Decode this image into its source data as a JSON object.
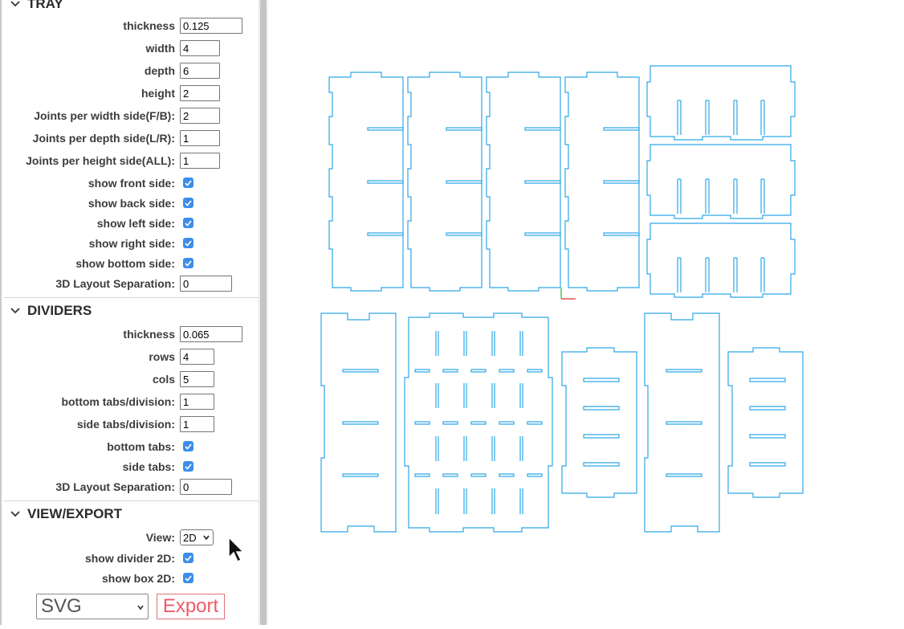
{
  "tray": {
    "title": "TRAY",
    "fields": {
      "thickness": {
        "label": "thickness",
        "value": "0.125"
      },
      "width": {
        "label": "width",
        "value": "4"
      },
      "depth": {
        "label": "depth",
        "value": "6"
      },
      "height": {
        "label": "height",
        "value": "2"
      },
      "joints_width": {
        "label": "Joints per width side(F/B):",
        "value": "2"
      },
      "joints_depth": {
        "label": "Joints per depth side(L/R):",
        "value": "1"
      },
      "joints_height": {
        "label": "Joints per height side(ALL):",
        "value": "1"
      },
      "show_front": {
        "label": "show front side:",
        "checked": true
      },
      "show_back": {
        "label": "show back side:",
        "checked": true
      },
      "show_left": {
        "label": "show left side:",
        "checked": true
      },
      "show_right": {
        "label": "show right side:",
        "checked": true
      },
      "show_bottom": {
        "label": "show bottom side:",
        "checked": true
      },
      "layout_sep": {
        "label": "3D Layout Separation:",
        "value": "0"
      }
    }
  },
  "dividers": {
    "title": "DIVIDERS",
    "fields": {
      "thickness": {
        "label": "thickness",
        "value": "0.065"
      },
      "rows": {
        "label": "rows",
        "value": "4"
      },
      "cols": {
        "label": "cols",
        "value": "5"
      },
      "bottom_tabs_div": {
        "label": "bottom tabs/division:",
        "value": "1"
      },
      "side_tabs_div": {
        "label": "side tabs/division:",
        "value": "1"
      },
      "bottom_tabs": {
        "label": "bottom tabs:",
        "checked": true
      },
      "side_tabs": {
        "label": "side tabs:",
        "checked": true
      },
      "layout_sep": {
        "label": "3D Layout Separation:",
        "value": "0"
      }
    }
  },
  "view_export": {
    "title": "VIEW/EXPORT",
    "view": {
      "label": "View:",
      "value": "2D"
    },
    "show_divider_2d": {
      "label": "show divider 2D:",
      "checked": true
    },
    "show_box_2d": {
      "label": "show box 2D:",
      "checked": true
    },
    "format": "SVG",
    "export_label": "Export"
  },
  "colors": {
    "line": "#2ea8e6",
    "checkbox": "#3b8eea",
    "export": "#ee5a68",
    "origin_x": "#e03030",
    "origin_y": "#30b030"
  }
}
